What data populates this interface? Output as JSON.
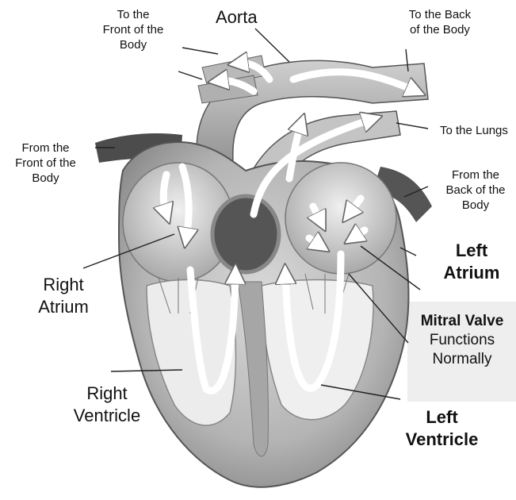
{
  "labels": {
    "aorta": "Aorta",
    "to_front": [
      "To the",
      "Front of the",
      "Body"
    ],
    "to_back": [
      "To the Back",
      "of the Body"
    ],
    "to_lungs": "To the Lungs",
    "from_front": [
      "From the",
      "Front of the",
      "Body"
    ],
    "from_back": [
      "From the",
      "Back of the",
      "Body"
    ],
    "left_atrium": [
      "Left",
      "Atrium"
    ],
    "right_atrium": [
      "Right",
      "Atrium"
    ],
    "mitral_valve": {
      "title": "Mitral Valve",
      "status": [
        "Functions",
        "Normally"
      ]
    },
    "right_ventricle": [
      "Right",
      "Ventricle"
    ],
    "left_ventricle": [
      "Left",
      "Ventricle"
    ]
  },
  "colors": {
    "tissue_light": "#d6d6d6",
    "tissue_mid": "#a9a9a9",
    "tissue_dark": "#6f6f6f",
    "vessel_dark": "#4a4a4a",
    "arrow_fill": "#ffffff",
    "highlight_box": "#eeeeee"
  }
}
